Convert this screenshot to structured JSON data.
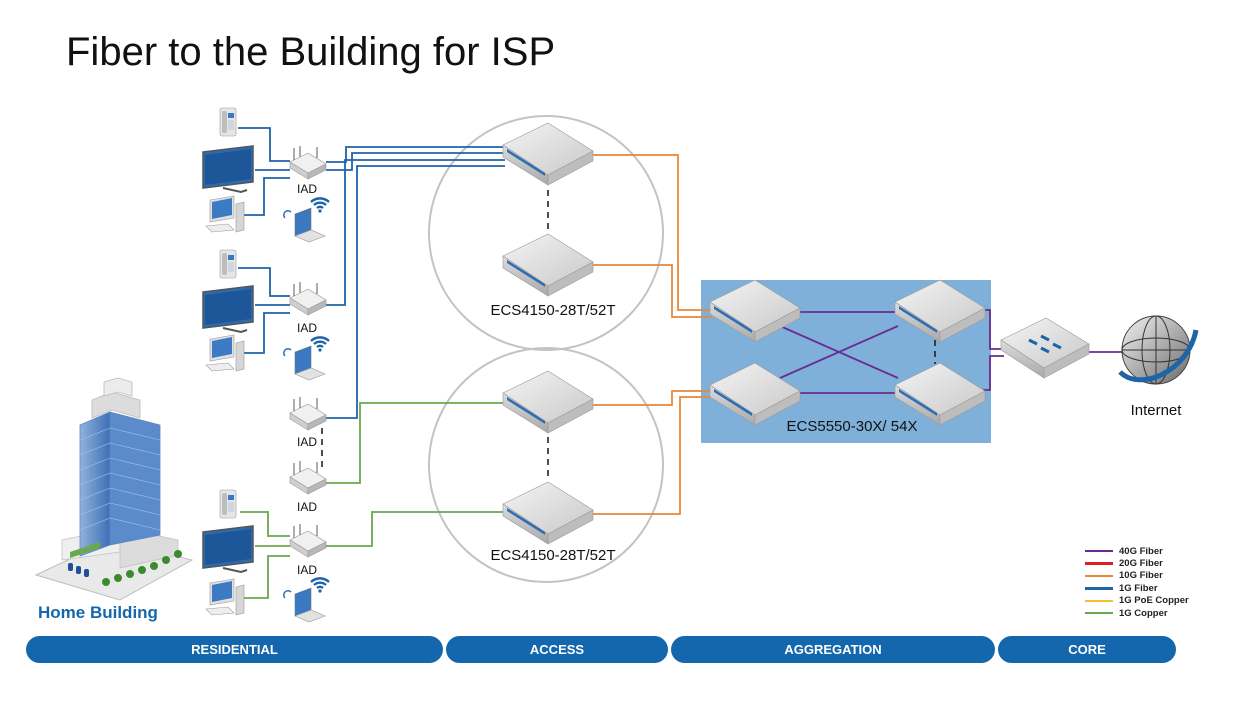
{
  "title": "Fiber to the Building for ISP",
  "labels": {
    "iad": "IAD",
    "access_switch": "ECS4150-28T/52T",
    "aggregation_switch": "ECS5550-30X/ 54X",
    "internet": "Internet",
    "home_building": "Home Building"
  },
  "segments": [
    "RESIDENTIAL",
    "ACCESS",
    "AGGREGATION",
    "CORE"
  ],
  "legend": [
    {
      "label": "40G Fiber",
      "color": "#6b2c91"
    },
    {
      "label": "20G Fiber",
      "color": "#e02020"
    },
    {
      "label": "10G Fiber",
      "color": "#e8883a"
    },
    {
      "label": "1G Fiber",
      "color": "#1f63a8"
    },
    {
      "label": "1G PoE Copper",
      "color": "#f2c12e"
    },
    {
      "label": "1G Copper",
      "color": "#6aa84f"
    }
  ],
  "colors": {
    "accent": "#1467ad",
    "aggregation_panel": "#7fb0d9"
  }
}
